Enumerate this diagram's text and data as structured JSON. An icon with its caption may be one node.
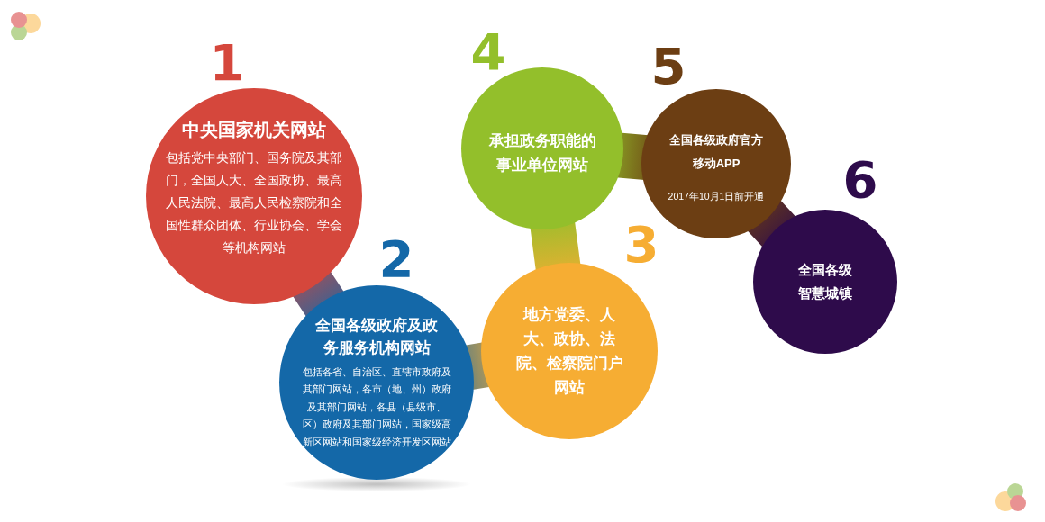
{
  "diagram": {
    "nodes": [
      {
        "text": [
          "1",
          "中央国家机关网站",
          "包括党中央部门、国务院及其部门，全国人大、全国政协、最高人民法院、最高人民检察院和全国性群众团体、行业协会、学会等机构网站"
        ]
      },
      {
        "text": [
          "2",
          "全国各级政府及政务服务机构网站",
          "包括各省、自治区、直辖市政府及其部门网站，各市（地、州）政府及其部门网站，各县（县级市、区）政府及其部门网站，国家级高新区网站和国家级经济开发区网站"
        ]
      },
      {
        "text": [
          "3",
          "地方党委、人大、政协、法院、检察院门户网站"
        ]
      },
      {
        "text": [
          "4",
          "承担政务职能的事业单位网站"
        ]
      },
      {
        "text": [
          "5",
          "全国各级政府官方移动APP",
          "2017年10月1日前开通"
        ]
      },
      {
        "text": [
          "6",
          "全国各级智慧城镇"
        ]
      }
    ],
    "edges": [
      {
        "from": 0,
        "to": 1,
        "arrow": "none"
      },
      {
        "from": 1,
        "to": 2,
        "arrow": "none"
      },
      {
        "from": 2,
        "to": 3,
        "arrow": "none"
      },
      {
        "from": 3,
        "to": 4,
        "arrow": "none"
      },
      {
        "from": 4,
        "to": 5,
        "arrow": "none"
      }
    ]
  }
}
